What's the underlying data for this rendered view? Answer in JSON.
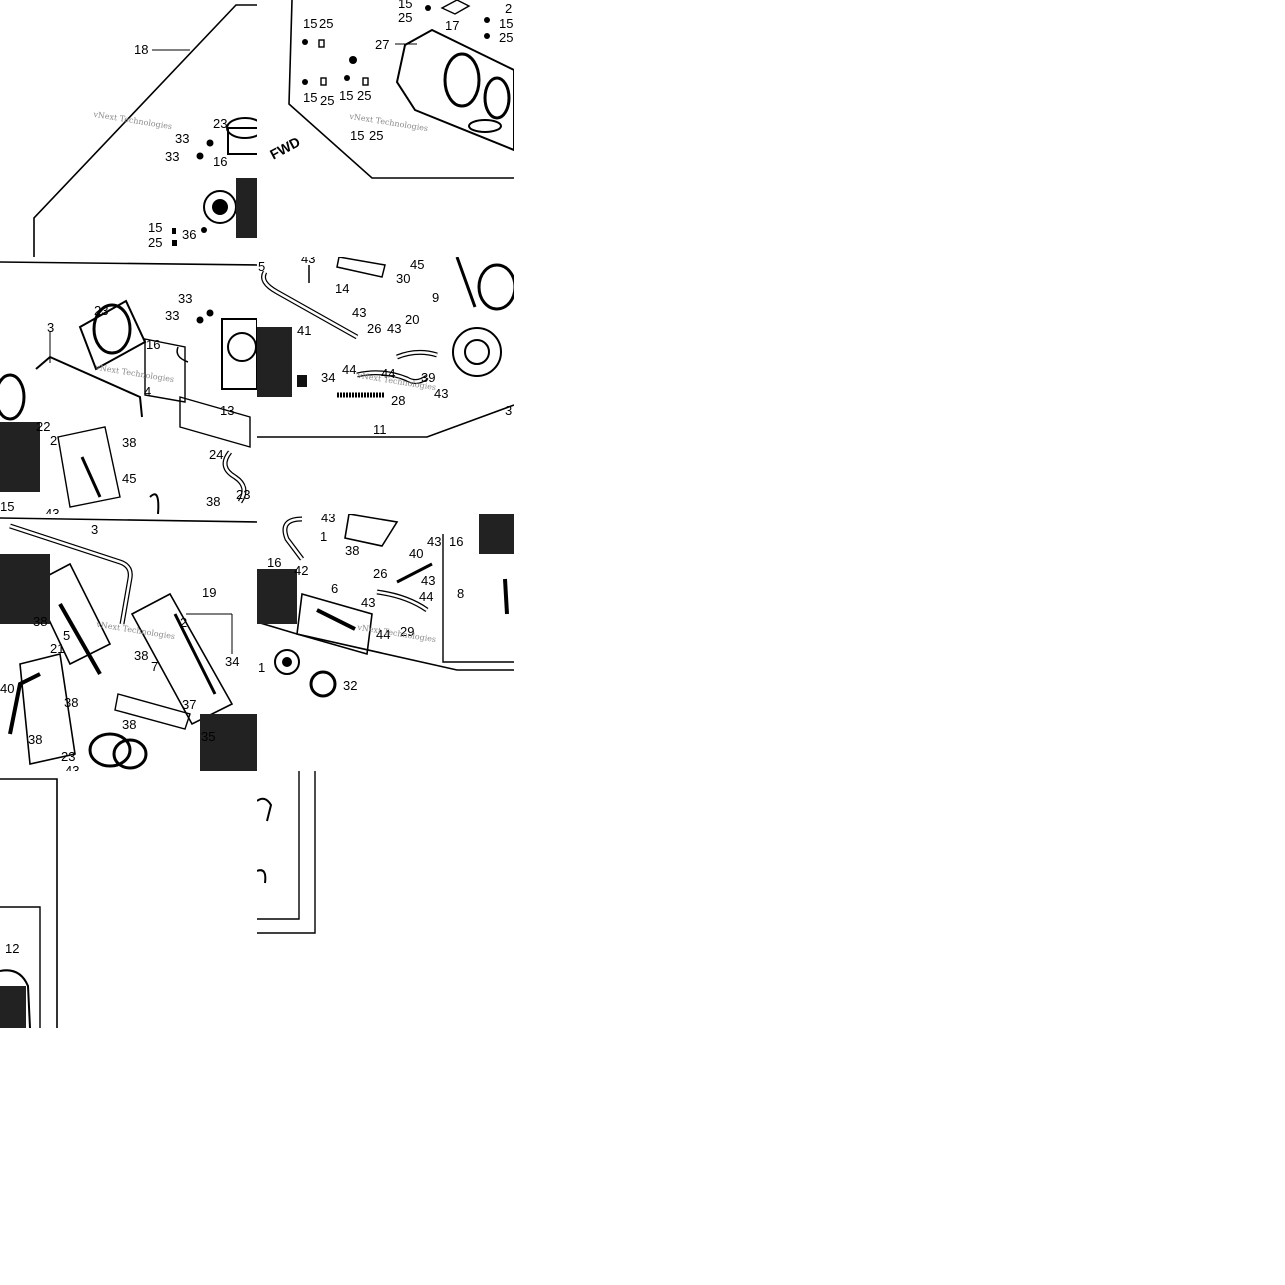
{
  "diagram": {
    "watermark": "vNext Technologies",
    "fwd_label": "FWD",
    "tiles": [
      {
        "id": "t00",
        "callouts": [
          "18",
          "23",
          "33",
          "33",
          "16",
          "15",
          "25",
          "36"
        ]
      },
      {
        "id": "t01",
        "callouts": [
          "15",
          "25",
          "25",
          "15",
          "17",
          "2",
          "15",
          "25",
          "27",
          "15",
          "25",
          "15",
          "25",
          "15",
          "25"
        ]
      },
      {
        "id": "t10",
        "callouts": [
          "23",
          "33",
          "33",
          "3",
          "16",
          "4",
          "13",
          "22",
          "2",
          "38",
          "24",
          "45",
          "38",
          "23",
          "15",
          "43"
        ]
      },
      {
        "id": "t11",
        "callouts": [
          "5",
          "43",
          "14",
          "45",
          "30",
          "41",
          "43",
          "26",
          "43",
          "9",
          "20",
          "44",
          "44",
          "34",
          "39",
          "43",
          "28",
          "11",
          "3"
        ]
      },
      {
        "id": "t20",
        "callouts": [
          "3",
          "19",
          "2",
          "38",
          "5",
          "21",
          "38",
          "34",
          "40",
          "7",
          "37",
          "38",
          "35",
          "38",
          "38",
          "23",
          "43"
        ]
      },
      {
        "id": "t21",
        "callouts": [
          "43",
          "1",
          "38",
          "40",
          "43",
          "16",
          "16",
          "42",
          "26",
          "43",
          "6",
          "43",
          "44",
          "8",
          "29",
          "44",
          "1",
          "32"
        ]
      },
      {
        "id": "t30",
        "callouts": [
          "12"
        ]
      }
    ]
  }
}
